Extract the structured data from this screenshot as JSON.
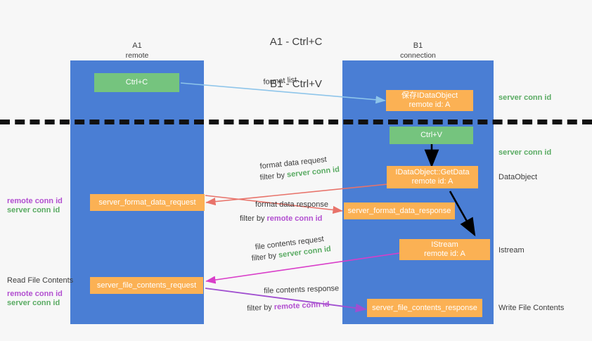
{
  "title": {
    "line1": "A1 - Ctrl+C",
    "line2": "B1 - Ctrl+V"
  },
  "columns": [
    {
      "name": "A1",
      "sub": "remote"
    },
    {
      "name": "B1",
      "sub": "connection"
    }
  ],
  "boxes": {
    "ctrl_c": "Ctrl+C",
    "save_idataobject": "保存IDataObject\nremote id: A",
    "ctrl_v": "Ctrl+V",
    "getdata": "IDataObject::GetData\nremote id: A",
    "server_format_data_request": "server_format_data_request",
    "server_format_data_response": "server_format_data_response",
    "istream": "IStream\nremote id: A",
    "server_file_contents_request": "server_file_contents_request",
    "server_file_contents_response": "server_file_contents_response"
  },
  "right_labels": {
    "server_conn_id_top": "server conn id",
    "server_conn_id_mid": "server conn id",
    "dataobject": "DataObject",
    "istream": "Istream",
    "write_file_contents": "Write File Contents"
  },
  "left_labels": {
    "remote_conn_id_1": "remote conn id",
    "server_conn_id_1": "server conn id",
    "read_file_contents": "Read File Contents",
    "remote_conn_id_2": "remote conn id",
    "server_conn_id_2": "server conn id"
  },
  "edges": {
    "format_list": "format list",
    "format_data_request": "format data request",
    "filter_by_prefix": "filter by",
    "filter_server_conn_id": "server conn id",
    "format_data_response": "format data response",
    "filter_remote_conn_id": "remote conn id",
    "file_contents_request": "file contents request",
    "file_contents_response": "file contents response"
  },
  "colors": {
    "lane": "#4a7ed4",
    "green_box": "#75c47e",
    "orange_box": "#fbb154",
    "server_conn": "#5aab63",
    "remote_conn": "#b24fd0",
    "arrow_blue": "#8ec5ea",
    "arrow_red": "#e8736a",
    "arrow_magenta": "#d93ec9",
    "arrow_purple": "#a04fd0",
    "arrow_black": "#000000",
    "background": "#f7f7f7"
  }
}
